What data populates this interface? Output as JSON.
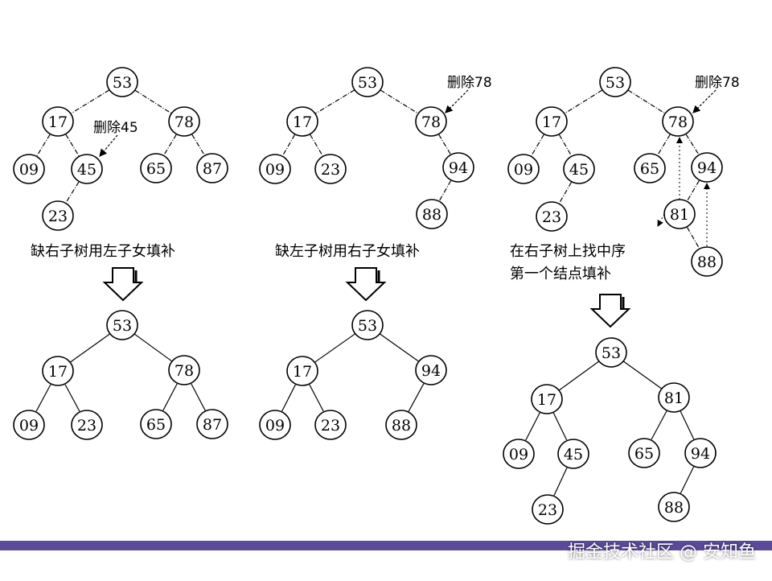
{
  "colors": {
    "footer_bar": "#5b4a9a",
    "watermark_text": "#ffffff",
    "arrow_fill": "#ffffff"
  },
  "watermark": "掘金技术社区 @ 安知鱼",
  "cases": [
    {
      "caption": "缺右子树用左子女填补",
      "annotation": "删除45",
      "before": {
        "nodes": [
          "53",
          "17",
          "78",
          "09",
          "45",
          "65",
          "87",
          "23"
        ]
      },
      "after": {
        "nodes": [
          "53",
          "17",
          "78",
          "09",
          "23",
          "65",
          "87"
        ]
      }
    },
    {
      "caption": "缺左子树用右子女填补",
      "annotation": "删除78",
      "before": {
        "nodes": [
          "53",
          "17",
          "78",
          "09",
          "23",
          "94",
          "88"
        ]
      },
      "after": {
        "nodes": [
          "53",
          "17",
          "94",
          "09",
          "23",
          "88"
        ]
      }
    },
    {
      "caption_lines": [
        "在右子树上找中序",
        "第一个结点填补"
      ],
      "annotation": "删除78",
      "before": {
        "nodes": [
          "53",
          "17",
          "78",
          "09",
          "45",
          "65",
          "94",
          "23",
          "81",
          "88"
        ]
      },
      "after": {
        "nodes": [
          "53",
          "17",
          "81",
          "09",
          "45",
          "65",
          "94",
          "23",
          "88"
        ]
      }
    }
  ]
}
